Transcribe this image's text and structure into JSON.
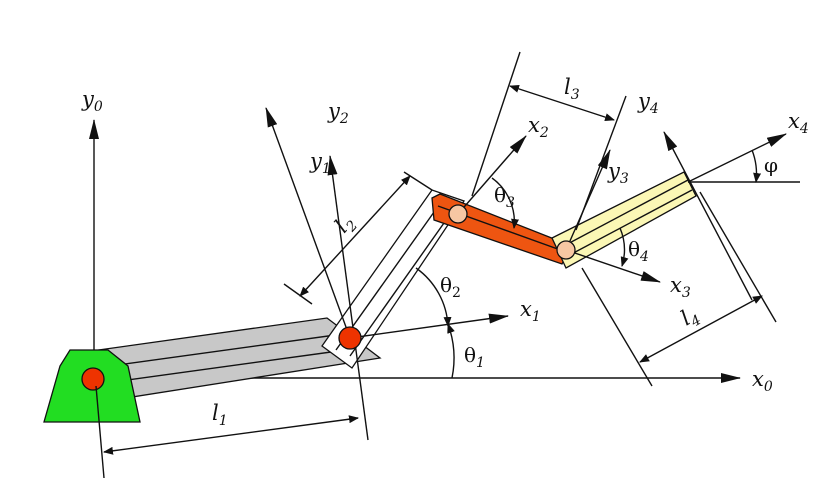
{
  "colors": {
    "base": "#22dd22",
    "link1": "#c8c8c8",
    "link2": "#ffffff",
    "link3": "#ee5511",
    "link4": "#fbf7b5",
    "joint_red": "#ee3300",
    "joint_peach": "#f7c7a3",
    "line": "#111111"
  },
  "icons": {
    "base": "trapezoid-base-icon",
    "joint": "revolute-joint-icon"
  },
  "labels": {
    "y0": {
      "main": "y",
      "sub": "0"
    },
    "x0": {
      "main": "x",
      "sub": "0"
    },
    "x1": {
      "main": "x",
      "sub": "1"
    },
    "y1": {
      "main": "y",
      "sub": "1"
    },
    "x2": {
      "main": "x",
      "sub": "2"
    },
    "y2": {
      "main": "y",
      "sub": "2"
    },
    "x3": {
      "main": "x",
      "sub": "3"
    },
    "y3": {
      "main": "y",
      "sub": "3"
    },
    "x4": {
      "main": "x",
      "sub": "4"
    },
    "y4": {
      "main": "y",
      "sub": "4"
    },
    "l1": {
      "main": "l",
      "sub": "1"
    },
    "l2": {
      "main": "l",
      "sub": "2"
    },
    "l3": {
      "main": "l",
      "sub": "3"
    },
    "l4": {
      "main": "l",
      "sub": "4"
    },
    "theta1": {
      "main": "θ",
      "sub": "1"
    },
    "theta2": {
      "main": "θ",
      "sub": "2"
    },
    "theta3": {
      "main": "θ",
      "sub": "3"
    },
    "theta4": {
      "main": "θ",
      "sub": "4"
    },
    "phi": "φ"
  }
}
